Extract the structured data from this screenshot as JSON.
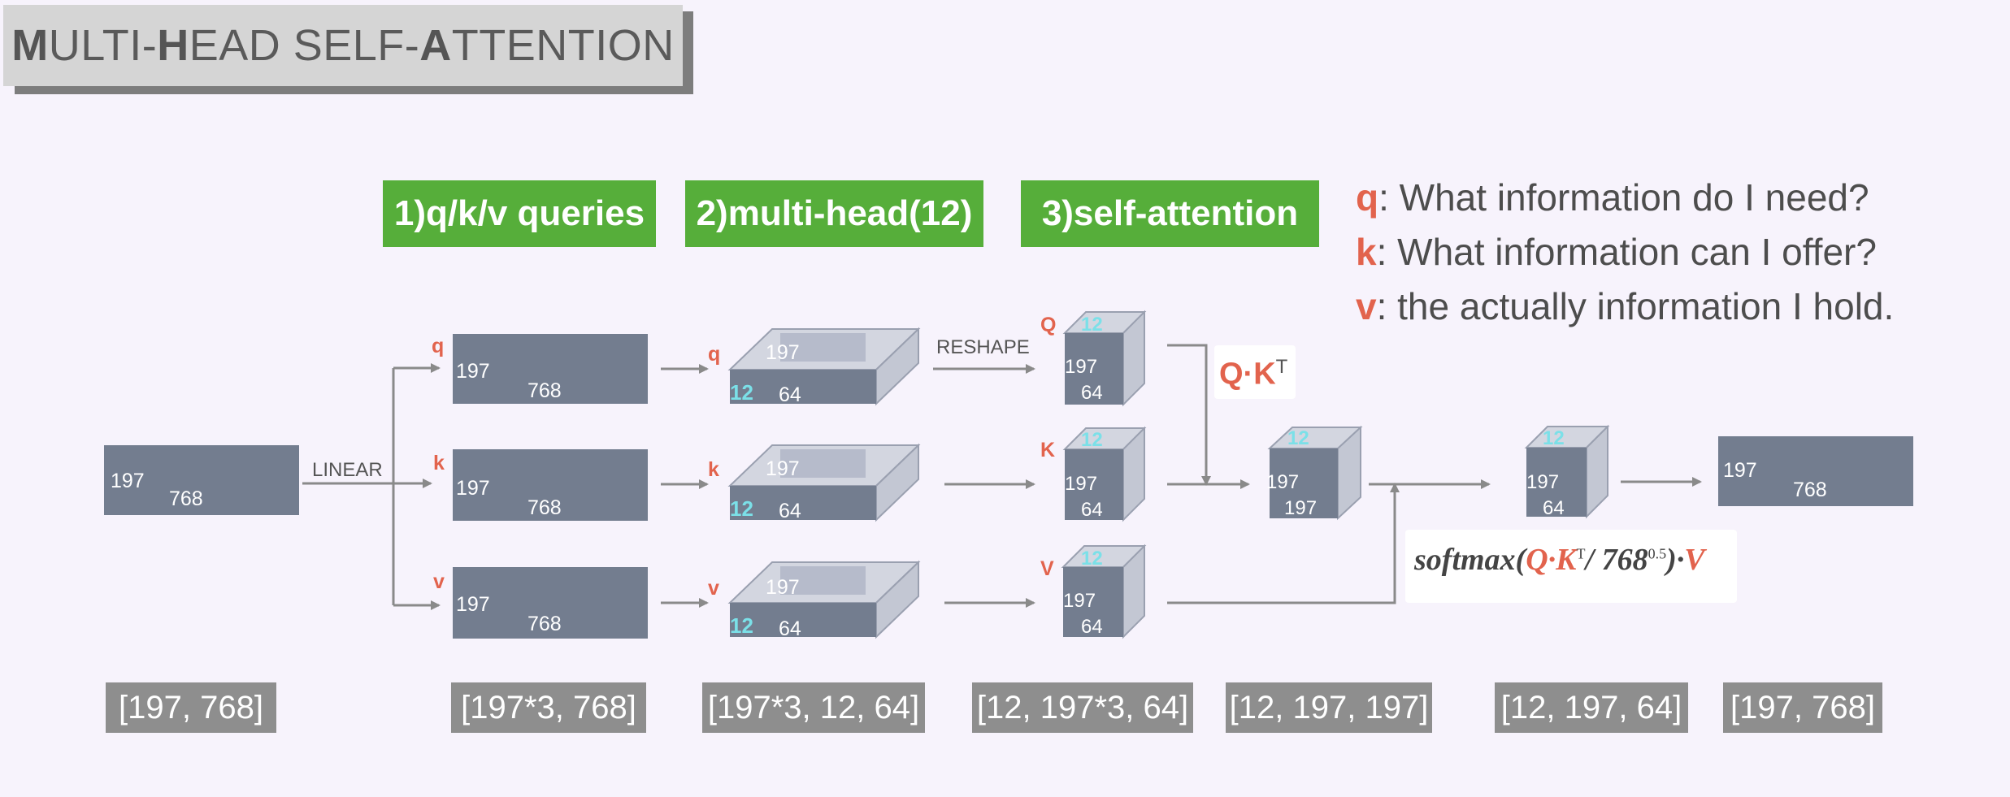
{
  "title": {
    "p1": "M",
    "p2": "ULTI-",
    "p3": "H",
    "p4": "EAD SELF-",
    "p5": "A",
    "p6": "TTENTION"
  },
  "steps": [
    "1)q/k/v queries",
    "2)multi-head(12)",
    "3)self-attention"
  ],
  "legend": [
    {
      "key": "q",
      "text": ": What information do I need?"
    },
    {
      "key": "k",
      "text": ": What information can I offer?"
    },
    {
      "key": "v",
      "text": ": the actually information I hold."
    }
  ],
  "labels": {
    "linear": "LINEAR",
    "reshape": "RESHAPE",
    "q": "q",
    "k": "k",
    "v": "v",
    "Q": "Q",
    "K": "K",
    "V": "V",
    "n197": "197",
    "n768": "768",
    "n64": "64",
    "n12": "12",
    "qk_main": "Q·K",
    "qk_sup": "T"
  },
  "formula": {
    "pre": "softmax(",
    "q": "Q",
    "dot1": "·",
    "k": "K",
    "t": "T",
    "div": "/ 768",
    "exp": "0.5",
    "close": ")·",
    "v": "V"
  },
  "shapes": [
    "[197, 768]",
    "[197*3, 768]",
    "[197*3, 12, 64]",
    "[12, 197*3, 64]",
    "[12, 197, 197]",
    "[12, 197, 64]",
    "[197, 768]"
  ],
  "colors": {
    "background": "#f7f3fc",
    "accent_red": "#e2634d",
    "step_green": "#56ae3a",
    "matrix": "#737d8f",
    "cyan": "#7be0e8"
  }
}
